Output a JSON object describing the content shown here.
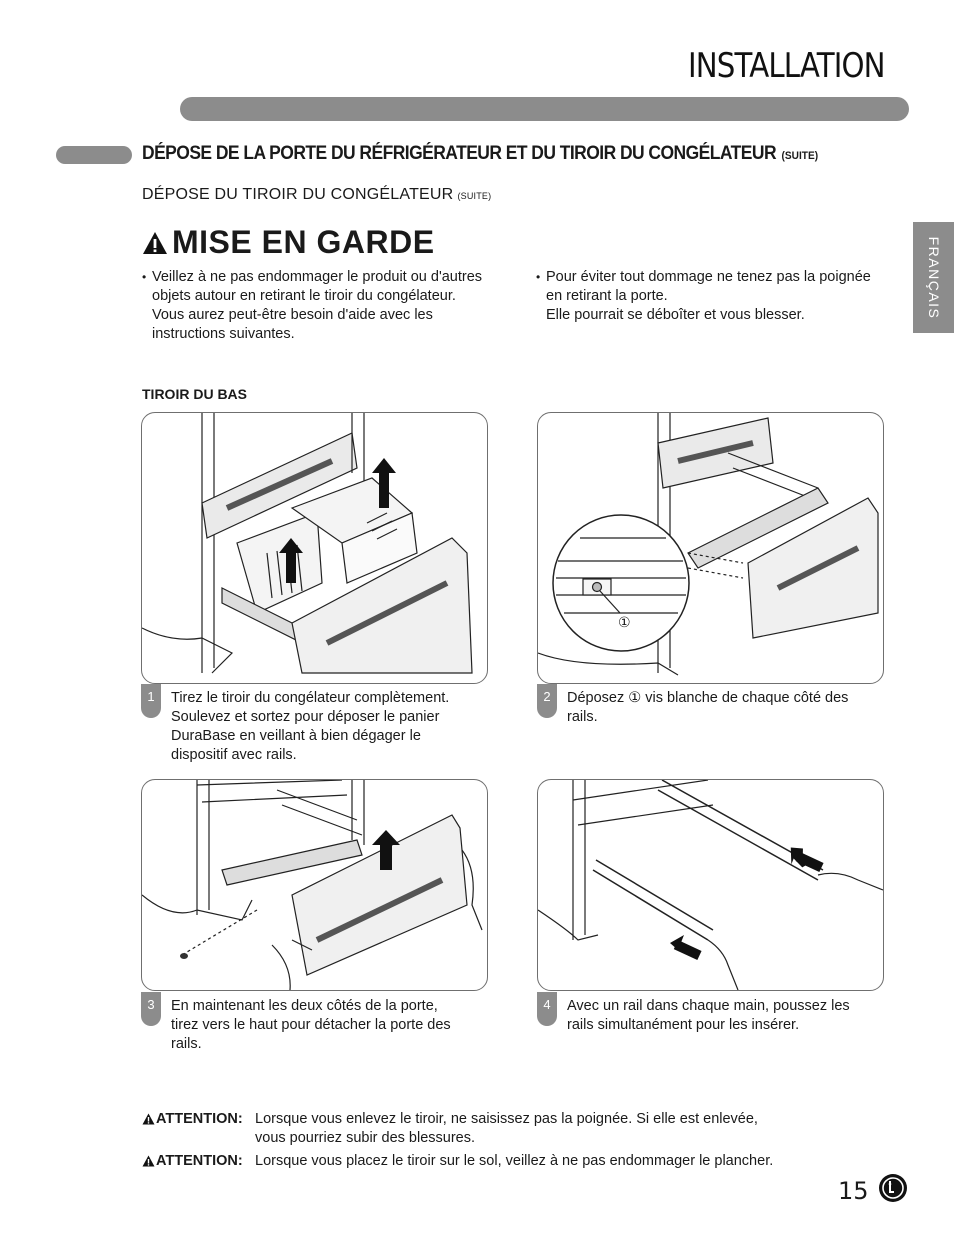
{
  "header": {
    "title": "INSTALLATION"
  },
  "section": {
    "title": "DÉPOSE DE LA PORTE DU RÉFRIGÉRATEUR ET DU TIROIR DU CONGÉLATEUR",
    "title_suffix": "(SUITE)",
    "subtitle": "DÉPOSE DU TIROIR DU CONGÉLATEUR",
    "subtitle_suffix": "(SUITE)"
  },
  "language_tab": "FRANÇAIS",
  "warning": {
    "title": "MISE EN GARDE",
    "bullet_symbol": "•",
    "bullets": [
      "Veillez à ne pas endommager le produit ou d'autres\nobjets autour en retirant le tiroir du congélateur.\nVous aurez peut-être besoin d'aide avec les\ninstructions suivantes.",
      "Pour éviter tout dommage ne tenez pas la poignée\nen retirant la porte.\nElle pourrait se déboîter et vous blesser."
    ]
  },
  "subsection_label": "TIROIR DU BAS",
  "steps": [
    {
      "number": "1",
      "text": "Tirez le tiroir du congélateur complètement.\nSoulevez et sortez pour déposer le panier\nDuraBase en veillant à bien dégager le\ndispositif avec rails."
    },
    {
      "number": "2",
      "text": "Déposez ① vis blanche de chaque côté des\nrails.",
      "callout": "①"
    },
    {
      "number": "3",
      "text": "En maintenant les deux côtés de la porte,\ntirez vers le haut pour détacher la porte des\nrails."
    },
    {
      "number": "4",
      "text": "Avec un rail dans chaque main, poussez les\nrails simultanément pour les insérer."
    }
  ],
  "attentions": [
    {
      "label": "ATTENTION:",
      "text": "Lorsque vous enlevez le tiroir, ne saisissez pas la poignée. Si elle est enlevée,\nvous pourriez subir des blessures."
    },
    {
      "label": "ATTENTION:",
      "text": "Lorsque vous placez le tiroir sur le sol, veillez à ne pas endommager le plancher."
    }
  ],
  "footer": {
    "page_number": "15",
    "logo_text": "LG"
  },
  "colors": {
    "bar_gray": "#8c8c8c",
    "border_gray": "#6f6f6f",
    "text": "#1a1a1a"
  }
}
